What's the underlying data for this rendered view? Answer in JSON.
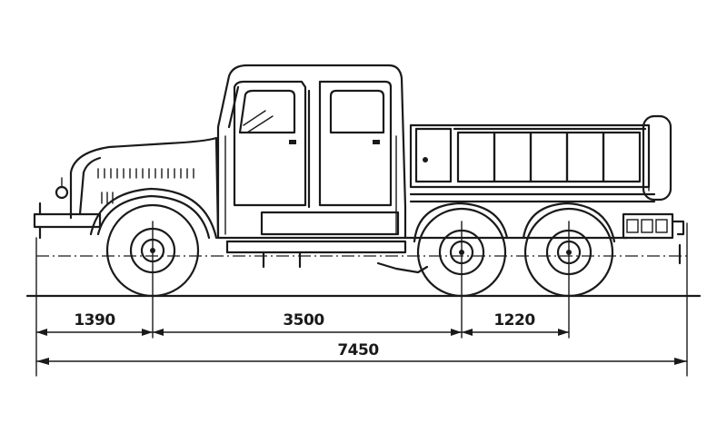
{
  "dimensions": {
    "front_overhang": "1390",
    "wheelbase": "3500",
    "rear_axle_spacing": "1220",
    "overall_length": "7450"
  },
  "colors": {
    "ink": "#1a1a1a",
    "paper": "#ffffff"
  }
}
